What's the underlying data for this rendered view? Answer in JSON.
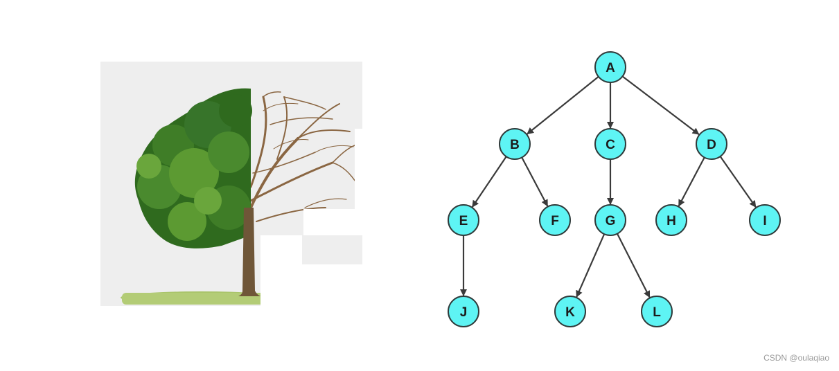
{
  "illustration": {
    "description_icon": "half-leafy-half-bare-tree-icon",
    "colors": {
      "background": "#eeeeee",
      "foliage_dark": "#2f6a1e",
      "foliage_light": "#5c9a32",
      "branches": "#8a6642",
      "trunk": "#6f5638",
      "grass": "#a9c46a"
    }
  },
  "diagram": {
    "colors": {
      "node_fill": "#5ef4f4",
      "node_stroke": "#2f3a3a",
      "edge": "#3a3a3a"
    },
    "nodes": [
      {
        "id": "A",
        "label": "A"
      },
      {
        "id": "B",
        "label": "B"
      },
      {
        "id": "C",
        "label": "C"
      },
      {
        "id": "D",
        "label": "D"
      },
      {
        "id": "E",
        "label": "E"
      },
      {
        "id": "F",
        "label": "F"
      },
      {
        "id": "G",
        "label": "G"
      },
      {
        "id": "H",
        "label": "H"
      },
      {
        "id": "I",
        "label": "I"
      },
      {
        "id": "J",
        "label": "J"
      },
      {
        "id": "K",
        "label": "K"
      },
      {
        "id": "L",
        "label": "L"
      }
    ],
    "edges": [
      {
        "from": "A",
        "to": "B"
      },
      {
        "from": "A",
        "to": "C"
      },
      {
        "from": "A",
        "to": "D"
      },
      {
        "from": "B",
        "to": "E"
      },
      {
        "from": "B",
        "to": "F"
      },
      {
        "from": "C",
        "to": "G"
      },
      {
        "from": "D",
        "to": "H"
      },
      {
        "from": "D",
        "to": "I"
      },
      {
        "from": "E",
        "to": "J"
      },
      {
        "from": "G",
        "to": "K"
      },
      {
        "from": "G",
        "to": "L"
      }
    ]
  },
  "watermark": {
    "text": "CSDN @oulaqiao"
  }
}
